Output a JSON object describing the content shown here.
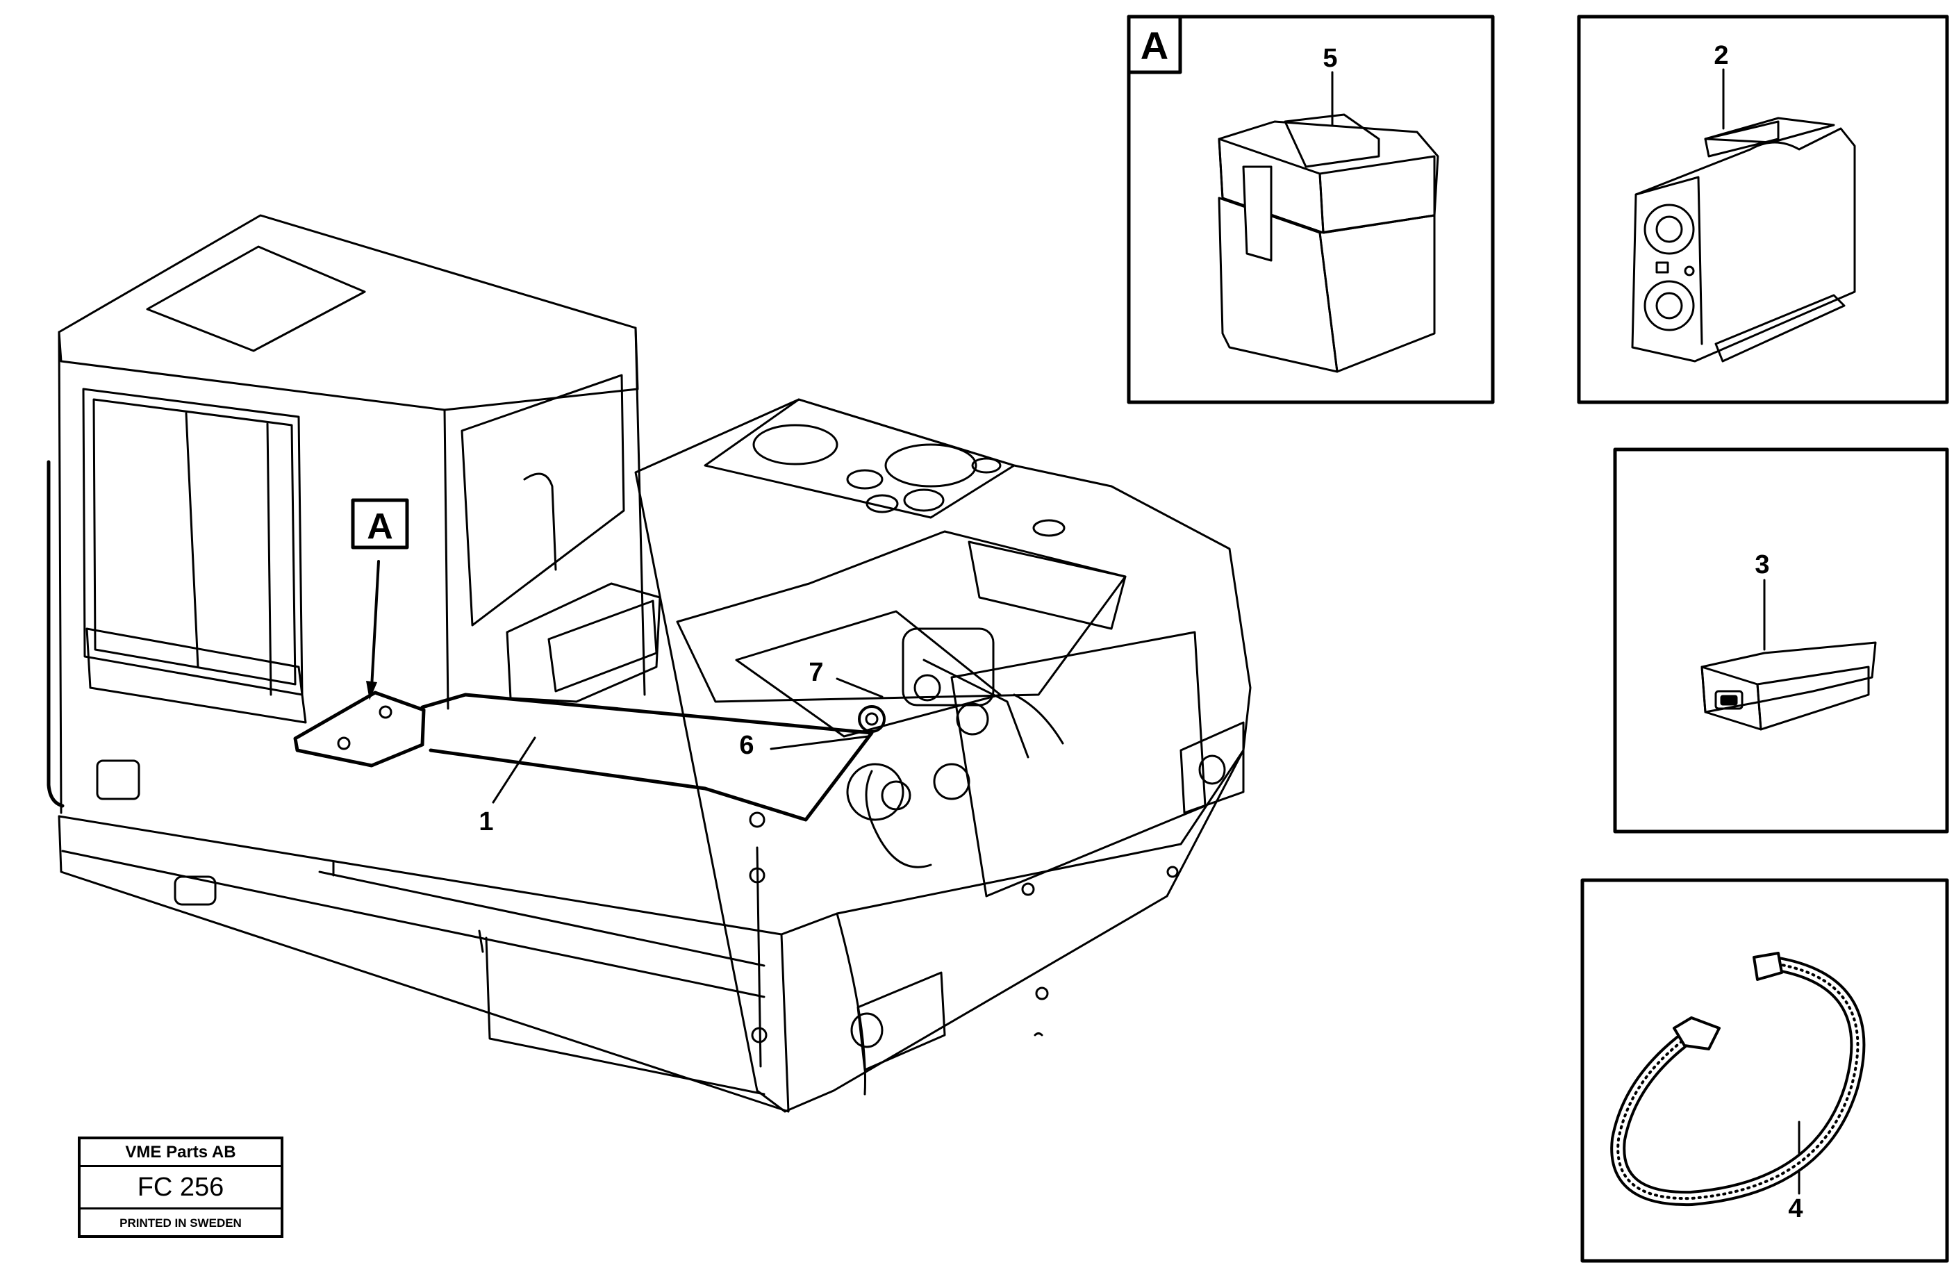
{
  "callouts": {
    "item1": "1",
    "item2": "2",
    "item3": "3",
    "item4": "4",
    "item5": "5",
    "item6": "6",
    "item7": "7",
    "detail_ref": "A",
    "detail_box_label": "A"
  },
  "stamp": {
    "company": "VME Parts AB",
    "figure_code": "FC 256",
    "printed": "PRINTED IN SWEDEN"
  }
}
